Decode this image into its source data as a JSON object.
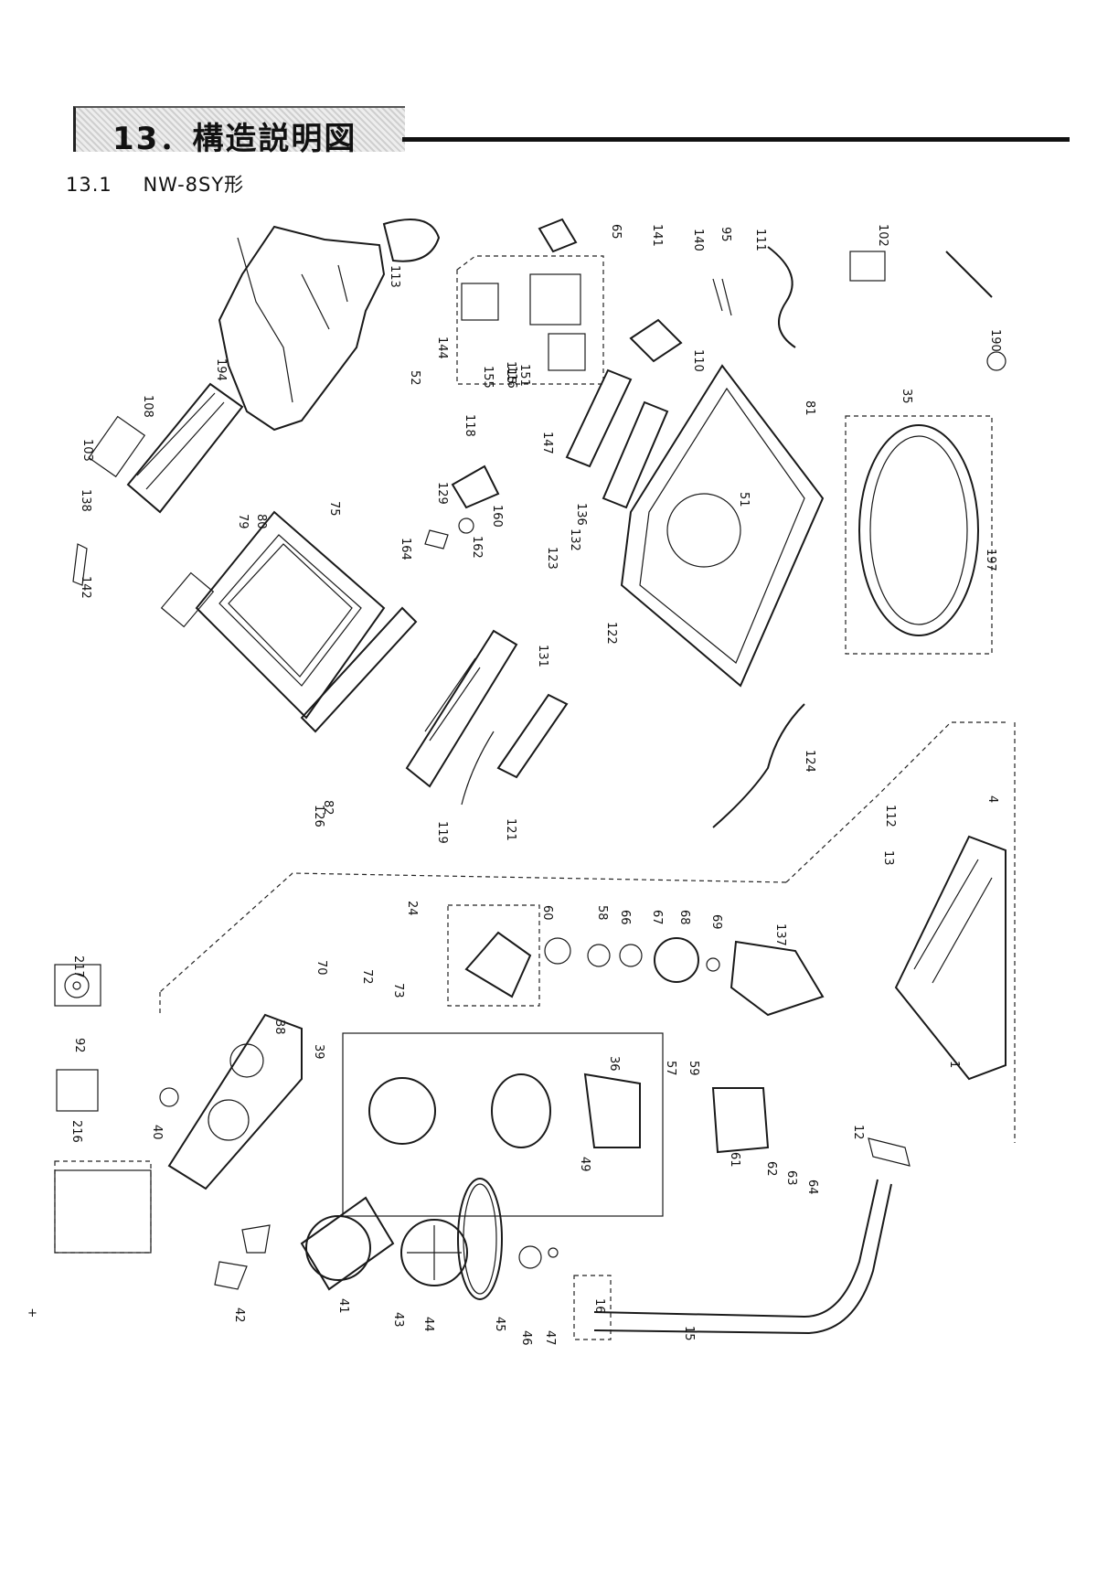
{
  "header": {
    "title": "13．構造説明図",
    "section_number": "13.1",
    "model": "NW-8SY形"
  },
  "diagram": {
    "part_labels": [
      "1",
      "4",
      "12",
      "13",
      "15",
      "16",
      "24",
      "35",
      "36",
      "38",
      "39",
      "40",
      "41",
      "42",
      "43",
      "44",
      "45",
      "46",
      "47",
      "49",
      "51",
      "52",
      "57",
      "58",
      "59",
      "60",
      "61",
      "62",
      "63",
      "64",
      "65",
      "66",
      "67",
      "68",
      "69",
      "70",
      "72",
      "73",
      "75",
      "79",
      "80",
      "81",
      "82",
      "92",
      "95",
      "102",
      "103",
      "108",
      "110",
      "111",
      "112",
      "113",
      "115",
      "116",
      "118",
      "119",
      "121",
      "122",
      "123",
      "124",
      "126",
      "129",
      "131",
      "132",
      "136",
      "137",
      "138",
      "140",
      "141",
      "142",
      "144",
      "147",
      "151",
      "155",
      "160",
      "162",
      "164",
      "190",
      "194",
      "197",
      "216",
      "217"
    ],
    "side_marks": {
      "left_registration": "+"
    }
  }
}
